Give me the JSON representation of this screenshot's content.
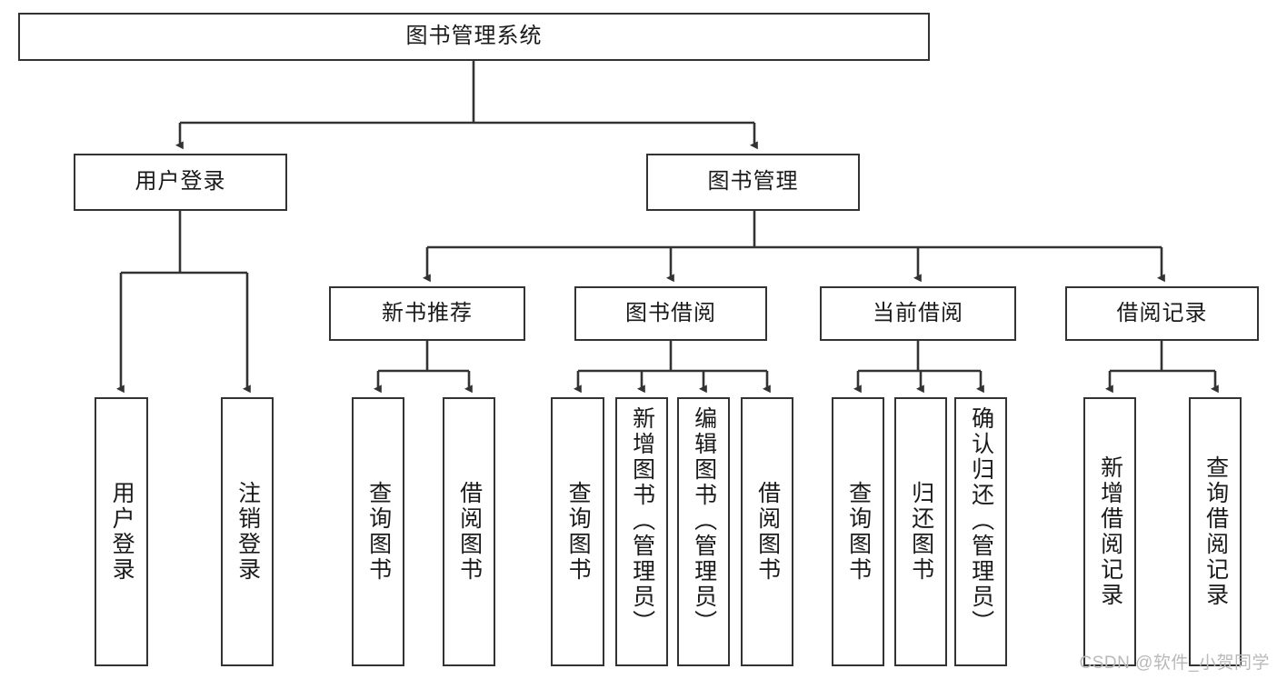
{
  "diagram": {
    "title": "图书管理系统",
    "type": "tree-hierarchy-diagram",
    "colors": {
      "box_border": "#333333",
      "box_fill": "#ffffff",
      "edge": "#333333",
      "text": "#1a1a1a",
      "watermark": "#b9b9b9",
      "background": "#ffffff"
    },
    "root": {
      "label": "图书管理系统"
    },
    "level2": [
      {
        "label": "用户登录"
      },
      {
        "label": "图书管理"
      }
    ],
    "level3": [
      {
        "label": "新书推荐"
      },
      {
        "label": "图书借阅"
      },
      {
        "label": "当前借阅"
      },
      {
        "label": "借阅记录"
      }
    ],
    "leaves": {
      "user_login": [
        {
          "label": "用户登录"
        },
        {
          "label": "注销登录"
        }
      ],
      "new_book_recommend": [
        {
          "label": "查询图书"
        },
        {
          "label": "借阅图书"
        }
      ],
      "book_borrow": [
        {
          "label": "查询图书"
        },
        {
          "label": "新增图书（管理员）"
        },
        {
          "label": "编辑图书（管理员）"
        },
        {
          "label": "借阅图书"
        }
      ],
      "current_borrow": [
        {
          "label": "查询图书"
        },
        {
          "label": "归还图书"
        },
        {
          "label": "确认归还（管理员）"
        }
      ],
      "borrow_record": [
        {
          "label": "新增借阅记录"
        },
        {
          "label": "查询借阅记录"
        }
      ]
    }
  },
  "watermark": {
    "text": "CSDN @软件_小贺同学"
  }
}
